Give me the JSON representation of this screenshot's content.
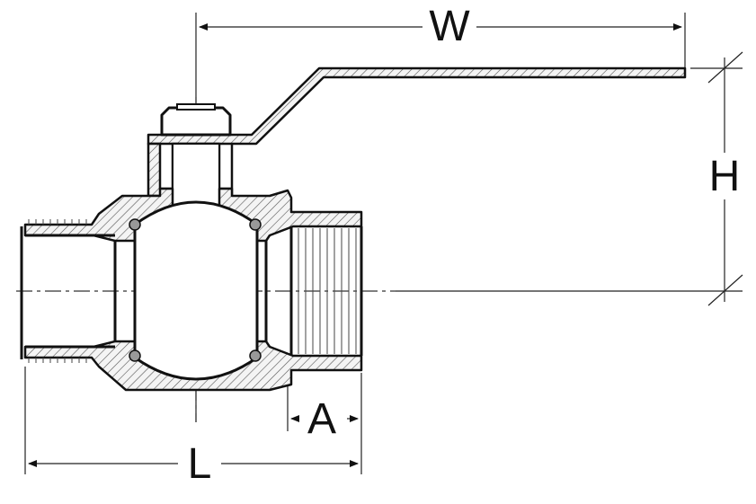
{
  "diagram": {
    "subject": "ball-valve-cross-section",
    "dimensions": {
      "W": "W",
      "H": "H",
      "L": "L",
      "A": "A"
    }
  }
}
